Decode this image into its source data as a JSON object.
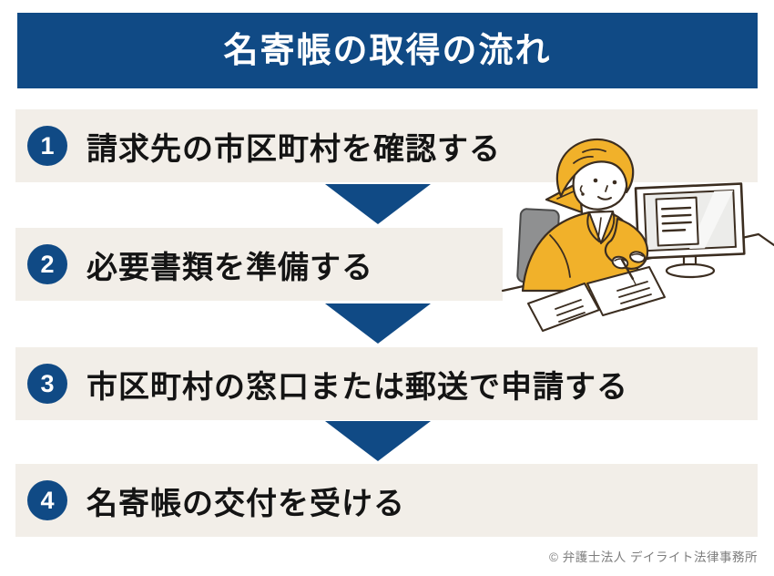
{
  "header": {
    "title": "名寄帳の取得の流れ"
  },
  "steps": [
    {
      "number": "1",
      "label": "請求先の市区町村を確認する"
    },
    {
      "number": "2",
      "label": "必要書類を準備する"
    },
    {
      "number": "3",
      "label": "市区町村の窓口または郵送で申請する"
    },
    {
      "number": "4",
      "label": "名寄帳の交付を受ける"
    }
  ],
  "icons": {
    "down_arrow": "▼",
    "illustration": "woman-writing-at-desk-with-monitor"
  },
  "footer": {
    "copyright": "© 弁護士法人 デイライト法律事務所"
  },
  "colors": {
    "primary_blue": "#104a85",
    "step_background": "#f2eee8",
    "text_black": "#141414",
    "copyright_gray": "#7d7d7d",
    "illustration_yellow": "#f1b12a",
    "illustration_outline": "#3b2d20"
  }
}
